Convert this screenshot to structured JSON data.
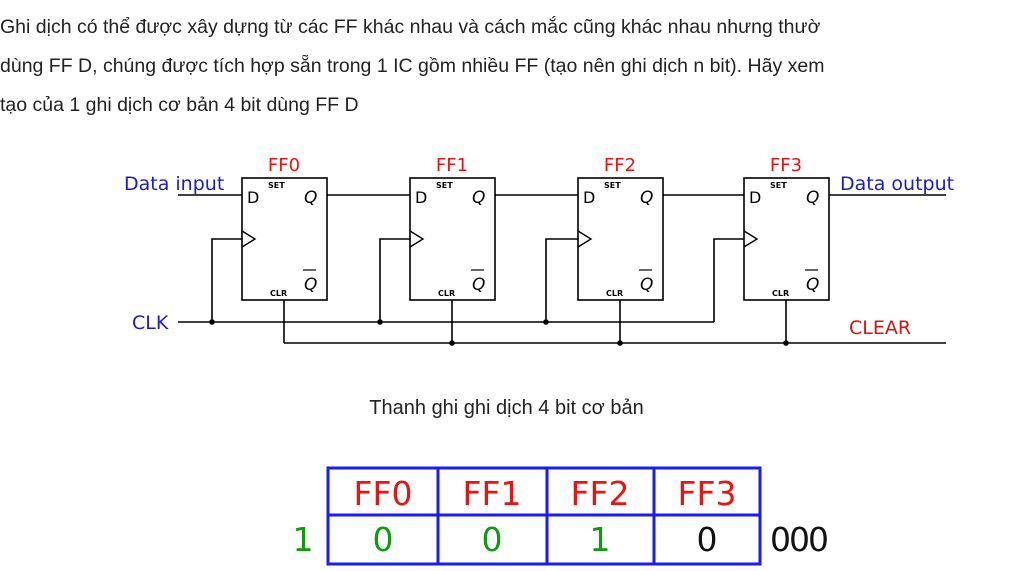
{
  "paragraph": {
    "line1": " Ghi dịch có thể được xây dựng từ các FF khác nhau và cách mắc cũng khác nhau nhưng thườ",
    "line2": "dùng FF D, chúng được tích hợp sẵn trong 1 IC gồm nhiều FF (tạo nên ghi dịch n bit). Hãy xem",
    "line3": "tạo của 1 ghi dịch cơ bản 4 bit dùng FF D"
  },
  "diagram": {
    "flipflops": [
      {
        "name": "FF0",
        "d": "D",
        "set": "SET",
        "q": "Q",
        "clr": "CLR",
        "qbar": "Q"
      },
      {
        "name": "FF1",
        "d": "D",
        "set": "SET",
        "q": "Q",
        "clr": "CLR",
        "qbar": "Q"
      },
      {
        "name": "FF2",
        "d": "D",
        "set": "SET",
        "q": "Q",
        "clr": "CLR",
        "qbar": "Q"
      },
      {
        "name": "FF3",
        "d": "D",
        "set": "SET",
        "q": "Q",
        "clr": "CLR",
        "qbar": "Q"
      }
    ],
    "data_input_label": "Data input",
    "data_output_label": "Data output",
    "clk_label": "CLK",
    "clear_label": "CLEAR",
    "caption": "Thanh ghi ghi dịch 4 bit cơ bản",
    "colors": {
      "ff_label": "#ee1111",
      "io_label": "#1a1ad0",
      "clear_label": "#dd1111",
      "wire": "#000000"
    }
  },
  "register": {
    "headers": [
      "FF0",
      "FF1",
      "FF2",
      "FF3"
    ],
    "values": [
      "0",
      "0",
      "1",
      "0"
    ],
    "input_bit": "1",
    "remaining": "000",
    "colors": {
      "border": "#1a1aff",
      "header": "#ee1111",
      "zero_green": "#119911",
      "last_value": "#111111"
    }
  }
}
